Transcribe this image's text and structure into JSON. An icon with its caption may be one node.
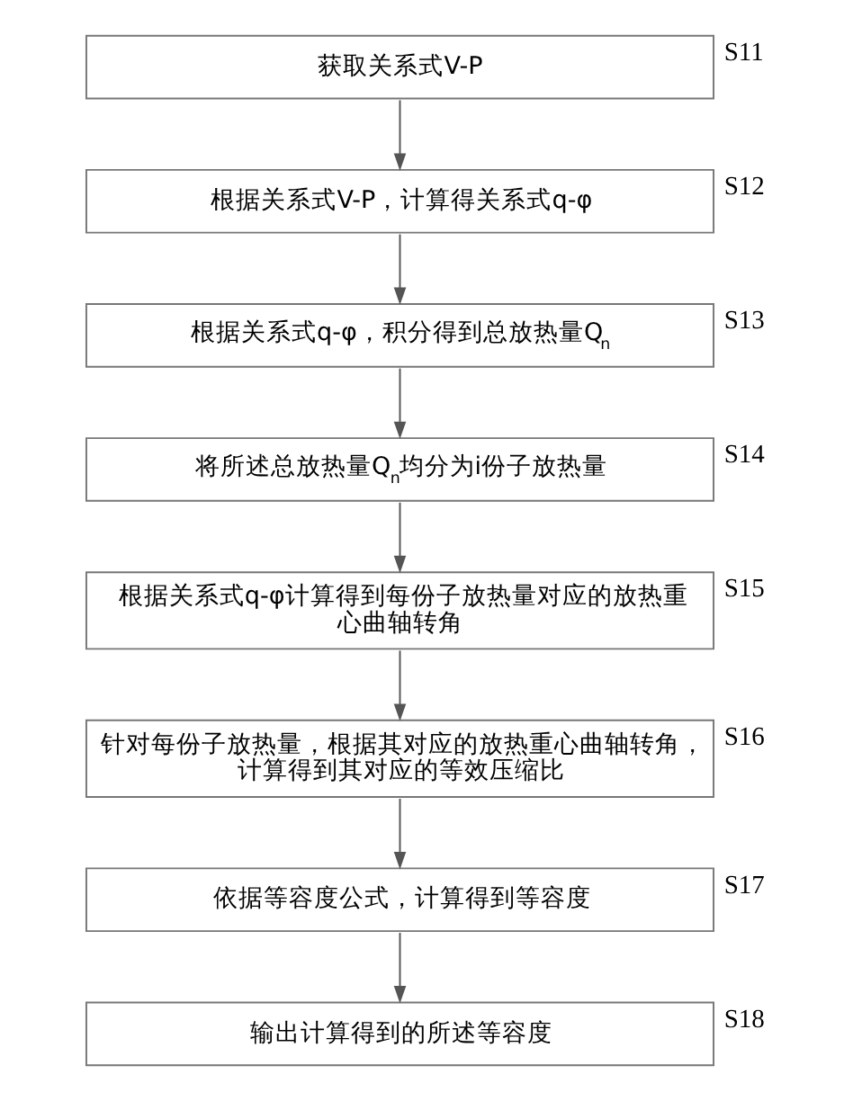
{
  "diagram": {
    "nodes": [
      {
        "text": [
          "获取关系式V-P"
        ],
        "beside": [
          "S11"
        ]
      },
      {
        "text": [
          "根据关系式V-P，计算得关系式q-φ"
        ],
        "beside": [
          "S12"
        ]
      },
      {
        "text": [
          "根据关系式q-φ，积分得到总放热量Q$_{n}$"
        ],
        "beside": [
          "S13"
        ]
      },
      {
        "text": [
          "将所述总放热量Q$_{n}$均分为i份子放热量"
        ],
        "beside": [
          "S14"
        ]
      },
      {
        "text": [
          "根据关系式q-φ计算得到每份子放热量对应的放热重心曲轴转角"
        ],
        "beside": [
          "S15"
        ]
      },
      {
        "text": [
          "针对每份子放热量，根据其对应的放热重心曲轴转角，计算得到其对应的等效压缩比"
        ],
        "beside": [
          "S16"
        ]
      },
      {
        "text": [
          "依据等容度公式，计算得到等容度"
        ],
        "beside": [
          "S17"
        ]
      },
      {
        "text": [
          "输出计算得到的所述等容度"
        ],
        "beside": [
          "S18"
        ]
      }
    ],
    "edges": [
      {
        "from": 0,
        "to": 1,
        "arrow": "to"
      },
      {
        "from": 1,
        "to": 2,
        "arrow": "to"
      },
      {
        "from": 2,
        "to": 3,
        "arrow": "to"
      },
      {
        "from": 3,
        "to": 4,
        "arrow": "to"
      },
      {
        "from": 4,
        "to": 5,
        "arrow": "to"
      },
      {
        "from": 5,
        "to": 6,
        "arrow": "to"
      },
      {
        "from": 6,
        "to": 7,
        "arrow": "to"
      }
    ]
  }
}
